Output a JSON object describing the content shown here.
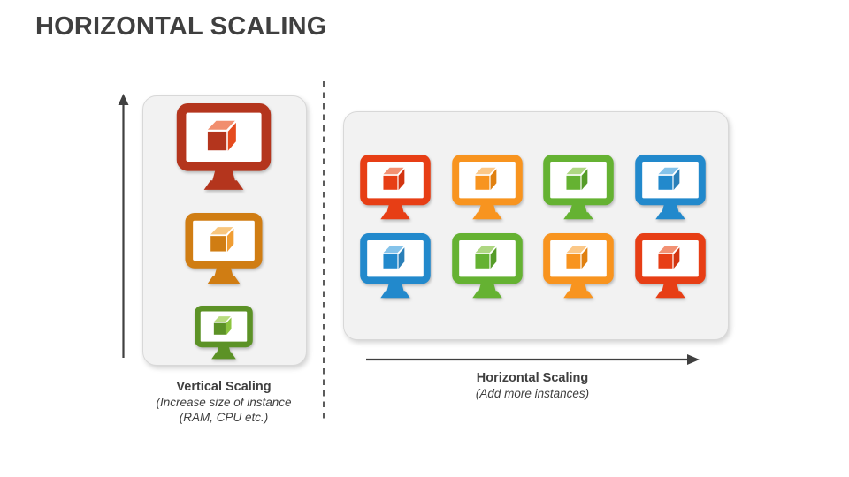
{
  "slide": {
    "title": "HORIZONTAL SCALING"
  },
  "colors": {
    "text": "#3f3f3f",
    "arrow": "#404040",
    "card_background": "#f2f2f2",
    "card_border": "#d8d8d8",
    "slide_background": "#ffffff"
  },
  "palettes": {
    "dark_red": {
      "frame": "#b4351d",
      "front": "#b4351d",
      "side": "#e54b1e",
      "top": "#f18e6e"
    },
    "dark_orange": {
      "frame": "#d07d13",
      "front": "#d07d13",
      "side": "#f09d33",
      "top": "#f8c67e"
    },
    "dark_green": {
      "frame": "#5c9226",
      "front": "#5c9226",
      "side": "#8cc43e",
      "top": "#b9dd80"
    },
    "red": {
      "frame": "#e73e15",
      "front": "#e73e15",
      "side": "#d23410",
      "top": "#f29173"
    },
    "orange": {
      "frame": "#f8941f",
      "front": "#f8941f",
      "side": "#e08010",
      "top": "#fbc888"
    },
    "green": {
      "frame": "#65b232",
      "front": "#65b232",
      "side": "#559c28",
      "top": "#aed782"
    },
    "blue": {
      "frame": "#2289cc",
      "front": "#2289cc",
      "side": "#2a7fb8",
      "top": "#85c3ea"
    }
  },
  "left_panel": {
    "caption_title": "Vertical Scaling",
    "caption_line1": "(Increase size of instance",
    "caption_line2": "(RAM, CPU etc.)",
    "arrow_icon": "up-arrow",
    "monitors": [
      {
        "color": "dark_red",
        "size": "large"
      },
      {
        "color": "dark_orange",
        "size": "medium"
      },
      {
        "color": "dark_green",
        "size": "small"
      }
    ]
  },
  "right_panel": {
    "caption_title": "Horizontal Scaling",
    "caption_line1": "(Add more instances)",
    "arrow_icon": "right-arrow",
    "rows": [
      [
        "red",
        "orange",
        "green",
        "blue"
      ],
      [
        "blue",
        "green",
        "orange",
        "red"
      ]
    ]
  }
}
